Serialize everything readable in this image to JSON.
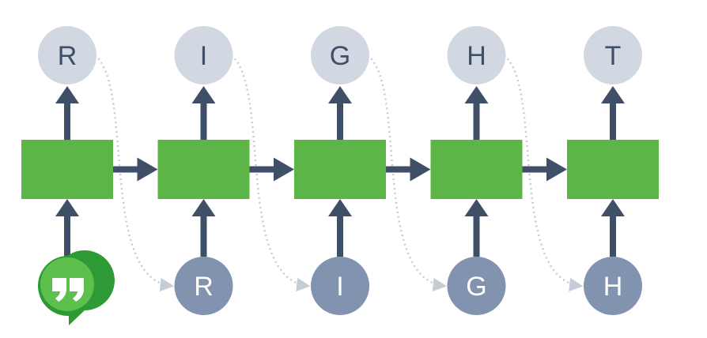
{
  "colors": {
    "cell": "#5db548",
    "arrow": "#3f4f68",
    "output_circle": "#d2d8e2",
    "output_text": "#3f4f68",
    "input_circle": "#8293b0",
    "input_text": "#ffffff",
    "dotted_link": "#c6ccd6",
    "icon_green": "#2e9a36",
    "icon_green_light": "#5ec04c"
  },
  "outputs": [
    "R",
    "I",
    "G",
    "H",
    "T"
  ],
  "inputs": [
    "",
    "R",
    "I",
    "G",
    "H"
  ],
  "start_icon": "hangouts-quote-icon"
}
